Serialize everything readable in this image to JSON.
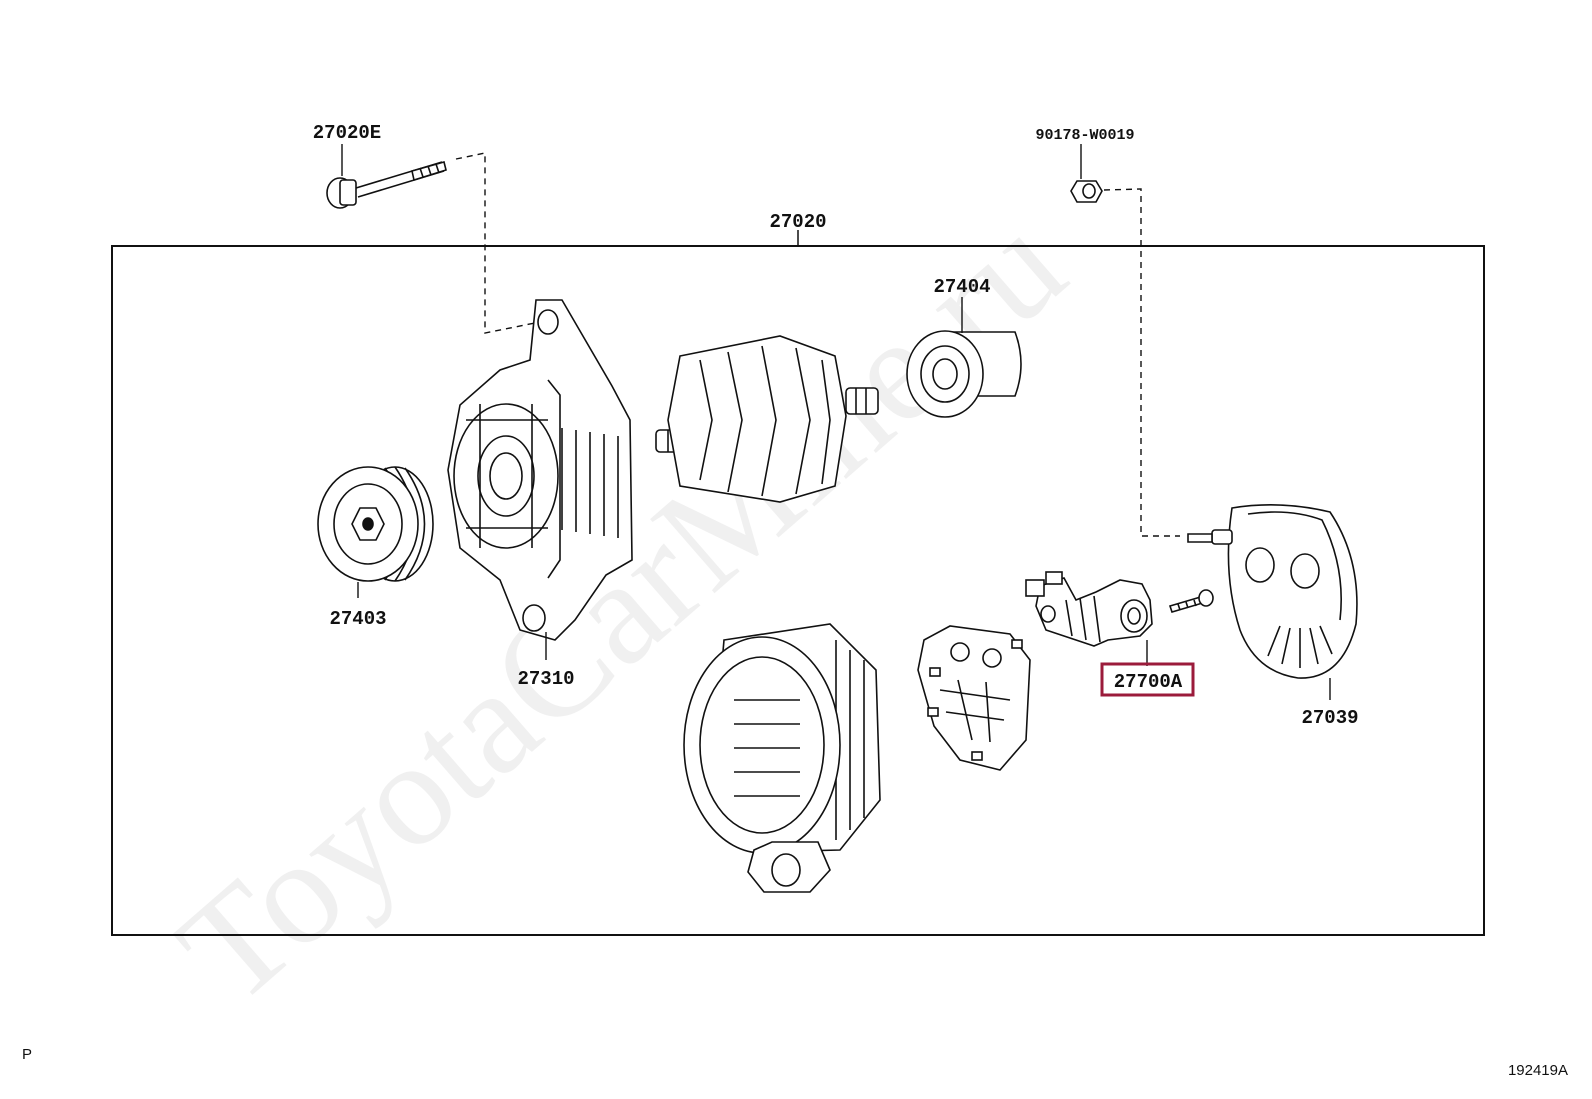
{
  "watermark": "ToyotaCarMine.ru",
  "diagram_code": "192419A",
  "corner_mark": "P",
  "highlight_color": "#9b1b3b",
  "assembly": {
    "number": "27020"
  },
  "parts": [
    {
      "id": "bolt",
      "number": "27020E"
    },
    {
      "id": "nut",
      "number": "90178-W0019"
    },
    {
      "id": "bearing",
      "number": "27404"
    },
    {
      "id": "pulley",
      "number": "27403"
    },
    {
      "id": "drive-end-frame",
      "number": "27310"
    },
    {
      "id": "regulator",
      "number": "27700A",
      "highlighted": true
    },
    {
      "id": "end-cover",
      "number": "27039"
    }
  ]
}
